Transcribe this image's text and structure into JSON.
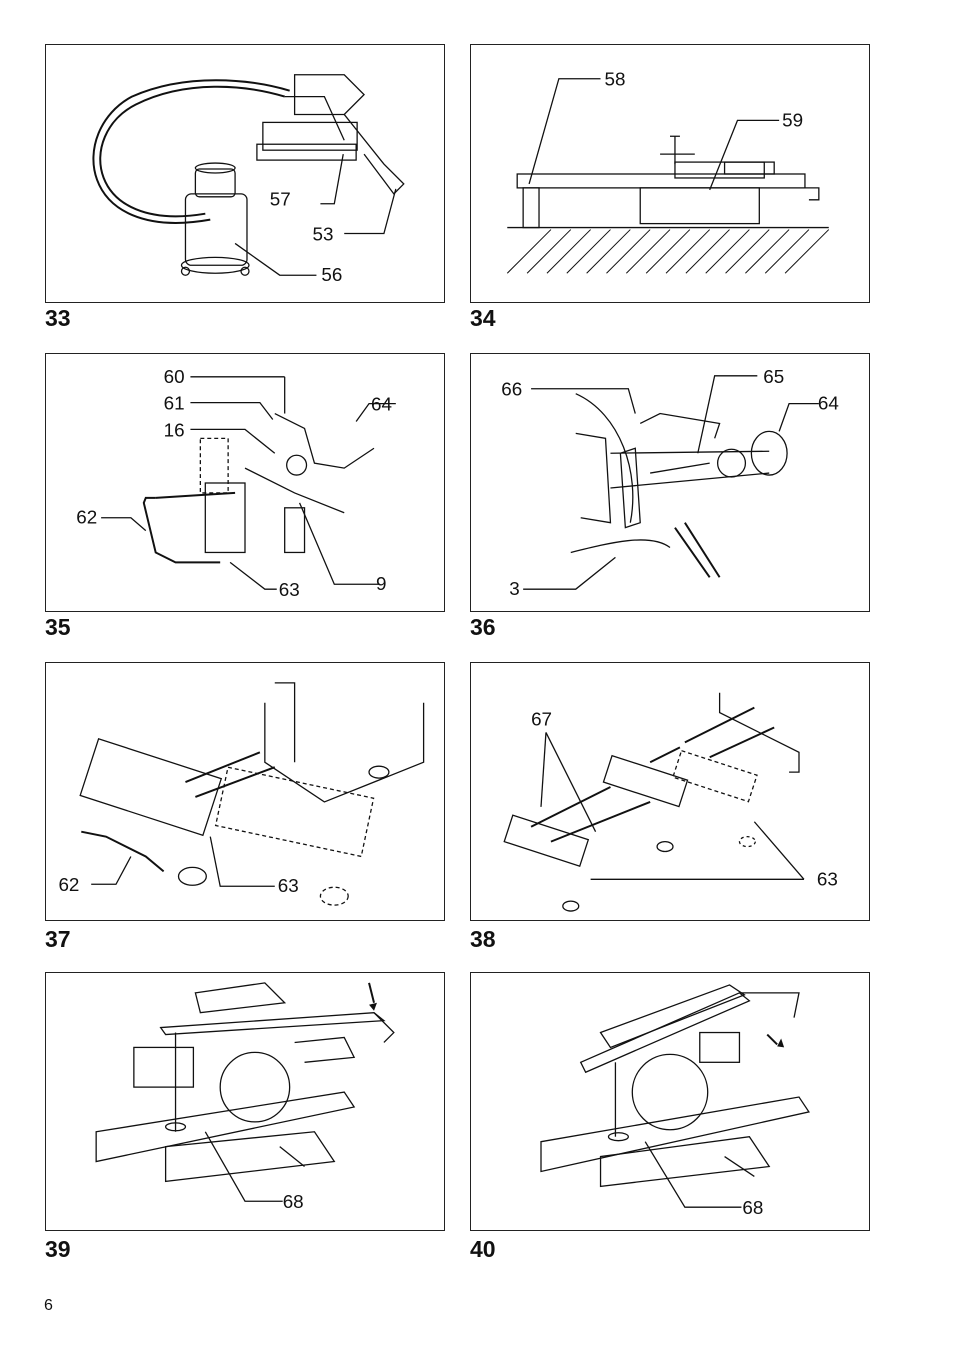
{
  "page_number": "6",
  "figures": [
    {
      "number": "33",
      "callouts": [
        "57",
        "53",
        "56"
      ]
    },
    {
      "number": "34",
      "callouts": [
        "58",
        "59"
      ]
    },
    {
      "number": "35",
      "callouts": [
        "60",
        "61",
        "16",
        "64",
        "62",
        "63",
        "9"
      ]
    },
    {
      "number": "36",
      "callouts": [
        "66",
        "65",
        "64",
        "3"
      ]
    },
    {
      "number": "37",
      "callouts": [
        "62",
        "63"
      ]
    },
    {
      "number": "38",
      "callouts": [
        "67",
        "63"
      ]
    },
    {
      "number": "39",
      "callouts": [
        "68"
      ]
    },
    {
      "number": "40",
      "callouts": [
        "68"
      ]
    }
  ]
}
